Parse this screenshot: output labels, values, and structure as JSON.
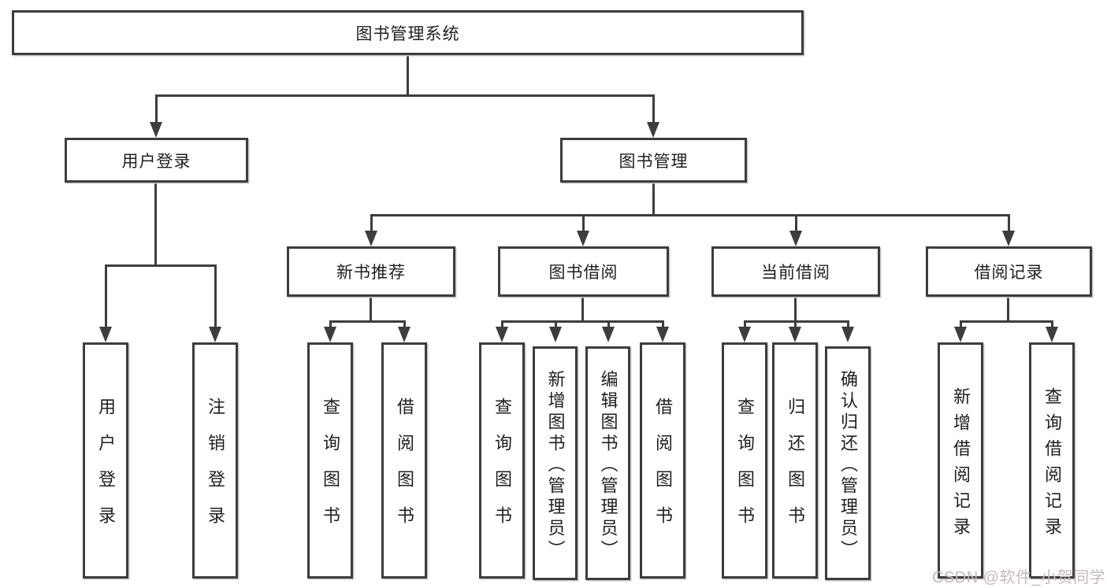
{
  "diagram": {
    "type": "hierarchy-tree",
    "title": "图书管理系统",
    "nodes": {
      "root": {
        "label": "图书管理系统"
      },
      "level2": [
        {
          "label": "用户登录"
        },
        {
          "label": "图书管理"
        }
      ],
      "level3": [
        {
          "label": "新书推荐",
          "parent": "图书管理"
        },
        {
          "label": "图书借阅",
          "parent": "图书管理"
        },
        {
          "label": "当前借阅",
          "parent": "图书管理"
        },
        {
          "label": "借阅记录",
          "parent": "图书管理"
        }
      ],
      "level4": [
        {
          "label": "用户登录",
          "parent": "用户登录"
        },
        {
          "label": "注销登录",
          "parent": "用户登录"
        },
        {
          "label": "查询图书",
          "parent": "新书推荐"
        },
        {
          "label": "借阅图书",
          "parent": "新书推荐"
        },
        {
          "label": "查询图书",
          "parent": "图书借阅"
        },
        {
          "label": "新增图书（管理员）",
          "parent": "图书借阅"
        },
        {
          "label": "编辑图书（管理员）",
          "parent": "图书借阅"
        },
        {
          "label": "借阅图书",
          "parent": "图书借阅"
        },
        {
          "label": "查询图书",
          "parent": "当前借阅"
        },
        {
          "label": "归还图书",
          "parent": "当前借阅"
        },
        {
          "label": "确认归还（管理员）",
          "parent": "当前借阅"
        },
        {
          "label": "新增借阅记录",
          "parent": "借阅记录"
        },
        {
          "label": "查询借阅记录",
          "parent": "借阅记录"
        }
      ]
    },
    "colors": {
      "line": "#3d3d3d",
      "text": "#1f1f1f",
      "background": "#ffffff",
      "watermark": "#c6bab8"
    }
  },
  "watermark": {
    "text": "CSDN @软件_小贺同学"
  }
}
